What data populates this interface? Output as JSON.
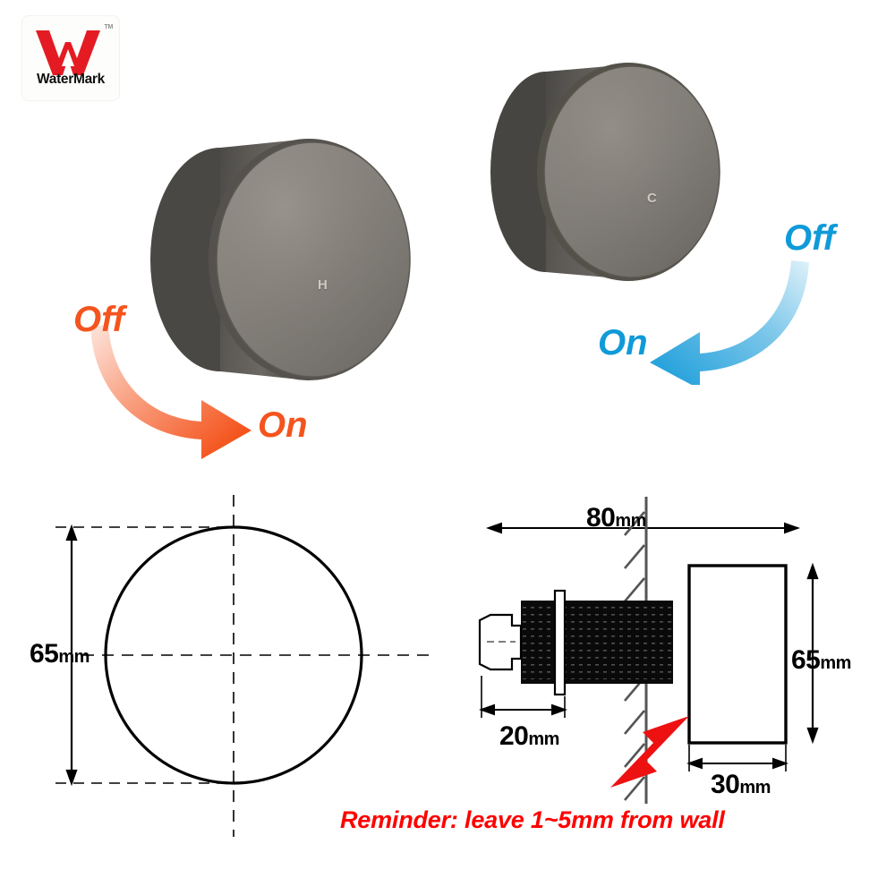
{
  "logo": {
    "brand": "WaterMark",
    "trademark": "TM",
    "mark_letter": "W",
    "brand_color": "#e41b23",
    "text_color": "#101010"
  },
  "knobs": [
    {
      "id": "hot",
      "face_letter": "H",
      "meaning": "hot",
      "off_label": "Off",
      "on_label": "On",
      "rotation_direction": "clockwise",
      "arrow_color": "#f4541d",
      "accent_color": "#f4541d",
      "body_color": "#55534f",
      "face_color": "#85817b"
    },
    {
      "id": "cold",
      "face_letter": "C",
      "meaning": "cold",
      "off_label": "Off",
      "on_label": "On",
      "rotation_direction": "counter-clockwise",
      "arrow_color": "#29a3dc",
      "accent_color": "#0f9ad8",
      "body_color": "#55534f",
      "face_color": "#85817b"
    }
  ],
  "front_view": {
    "diameter": {
      "num": "65",
      "unit": "mm"
    }
  },
  "side_view": {
    "overall_length": {
      "num": "80",
      "unit": "mm"
    },
    "spindle_length": {
      "num": "20",
      "unit": "mm"
    },
    "knob_height": {
      "num": "65",
      "unit": "mm"
    },
    "knob_depth": {
      "num": "30",
      "unit": "mm"
    }
  },
  "reminder": {
    "text": "Reminder: leave 1~5mm from wall",
    "color": "#ff0000"
  }
}
